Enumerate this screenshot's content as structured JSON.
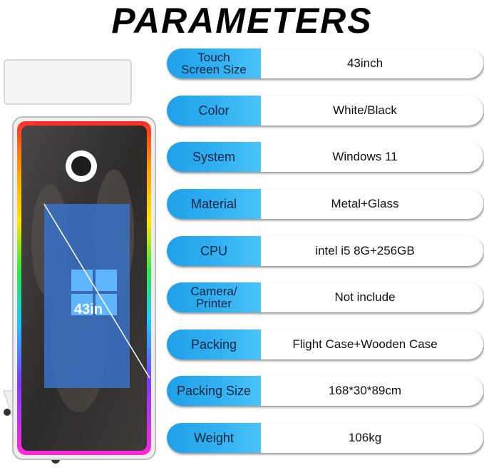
{
  "title": "PARAMETERS",
  "product": {
    "size_label": "43in",
    "colors": {
      "frame": "#f2f2f2",
      "screen": "#3a3838",
      "led": [
        "#ff2b2b",
        "#ffa500",
        "#ffe600",
        "#2ee84a",
        "#1ec8ff",
        "#7a3cff",
        "#ff2bd6"
      ],
      "ring_light": "#ffffff"
    }
  },
  "params": [
    {
      "label": "Touch\nScreen Size",
      "value": "43inch"
    },
    {
      "label": "Color",
      "value": "White/Black"
    },
    {
      "label": "System",
      "value": "Windows 11"
    },
    {
      "label": "Material",
      "value": "Metal+Glass"
    },
    {
      "label": "CPU",
      "value": "intel i5 8G+256GB"
    },
    {
      "label": "Camera/\nPrinter",
      "value": "Not include"
    },
    {
      "label": "Packing",
      "value": "Flight Case+Wooden Case"
    },
    {
      "label": "Packing Size",
      "value": "168*30*89cm"
    },
    {
      "label": "Weight",
      "value": "106kg"
    }
  ],
  "accent_color": "#2aa9ee"
}
